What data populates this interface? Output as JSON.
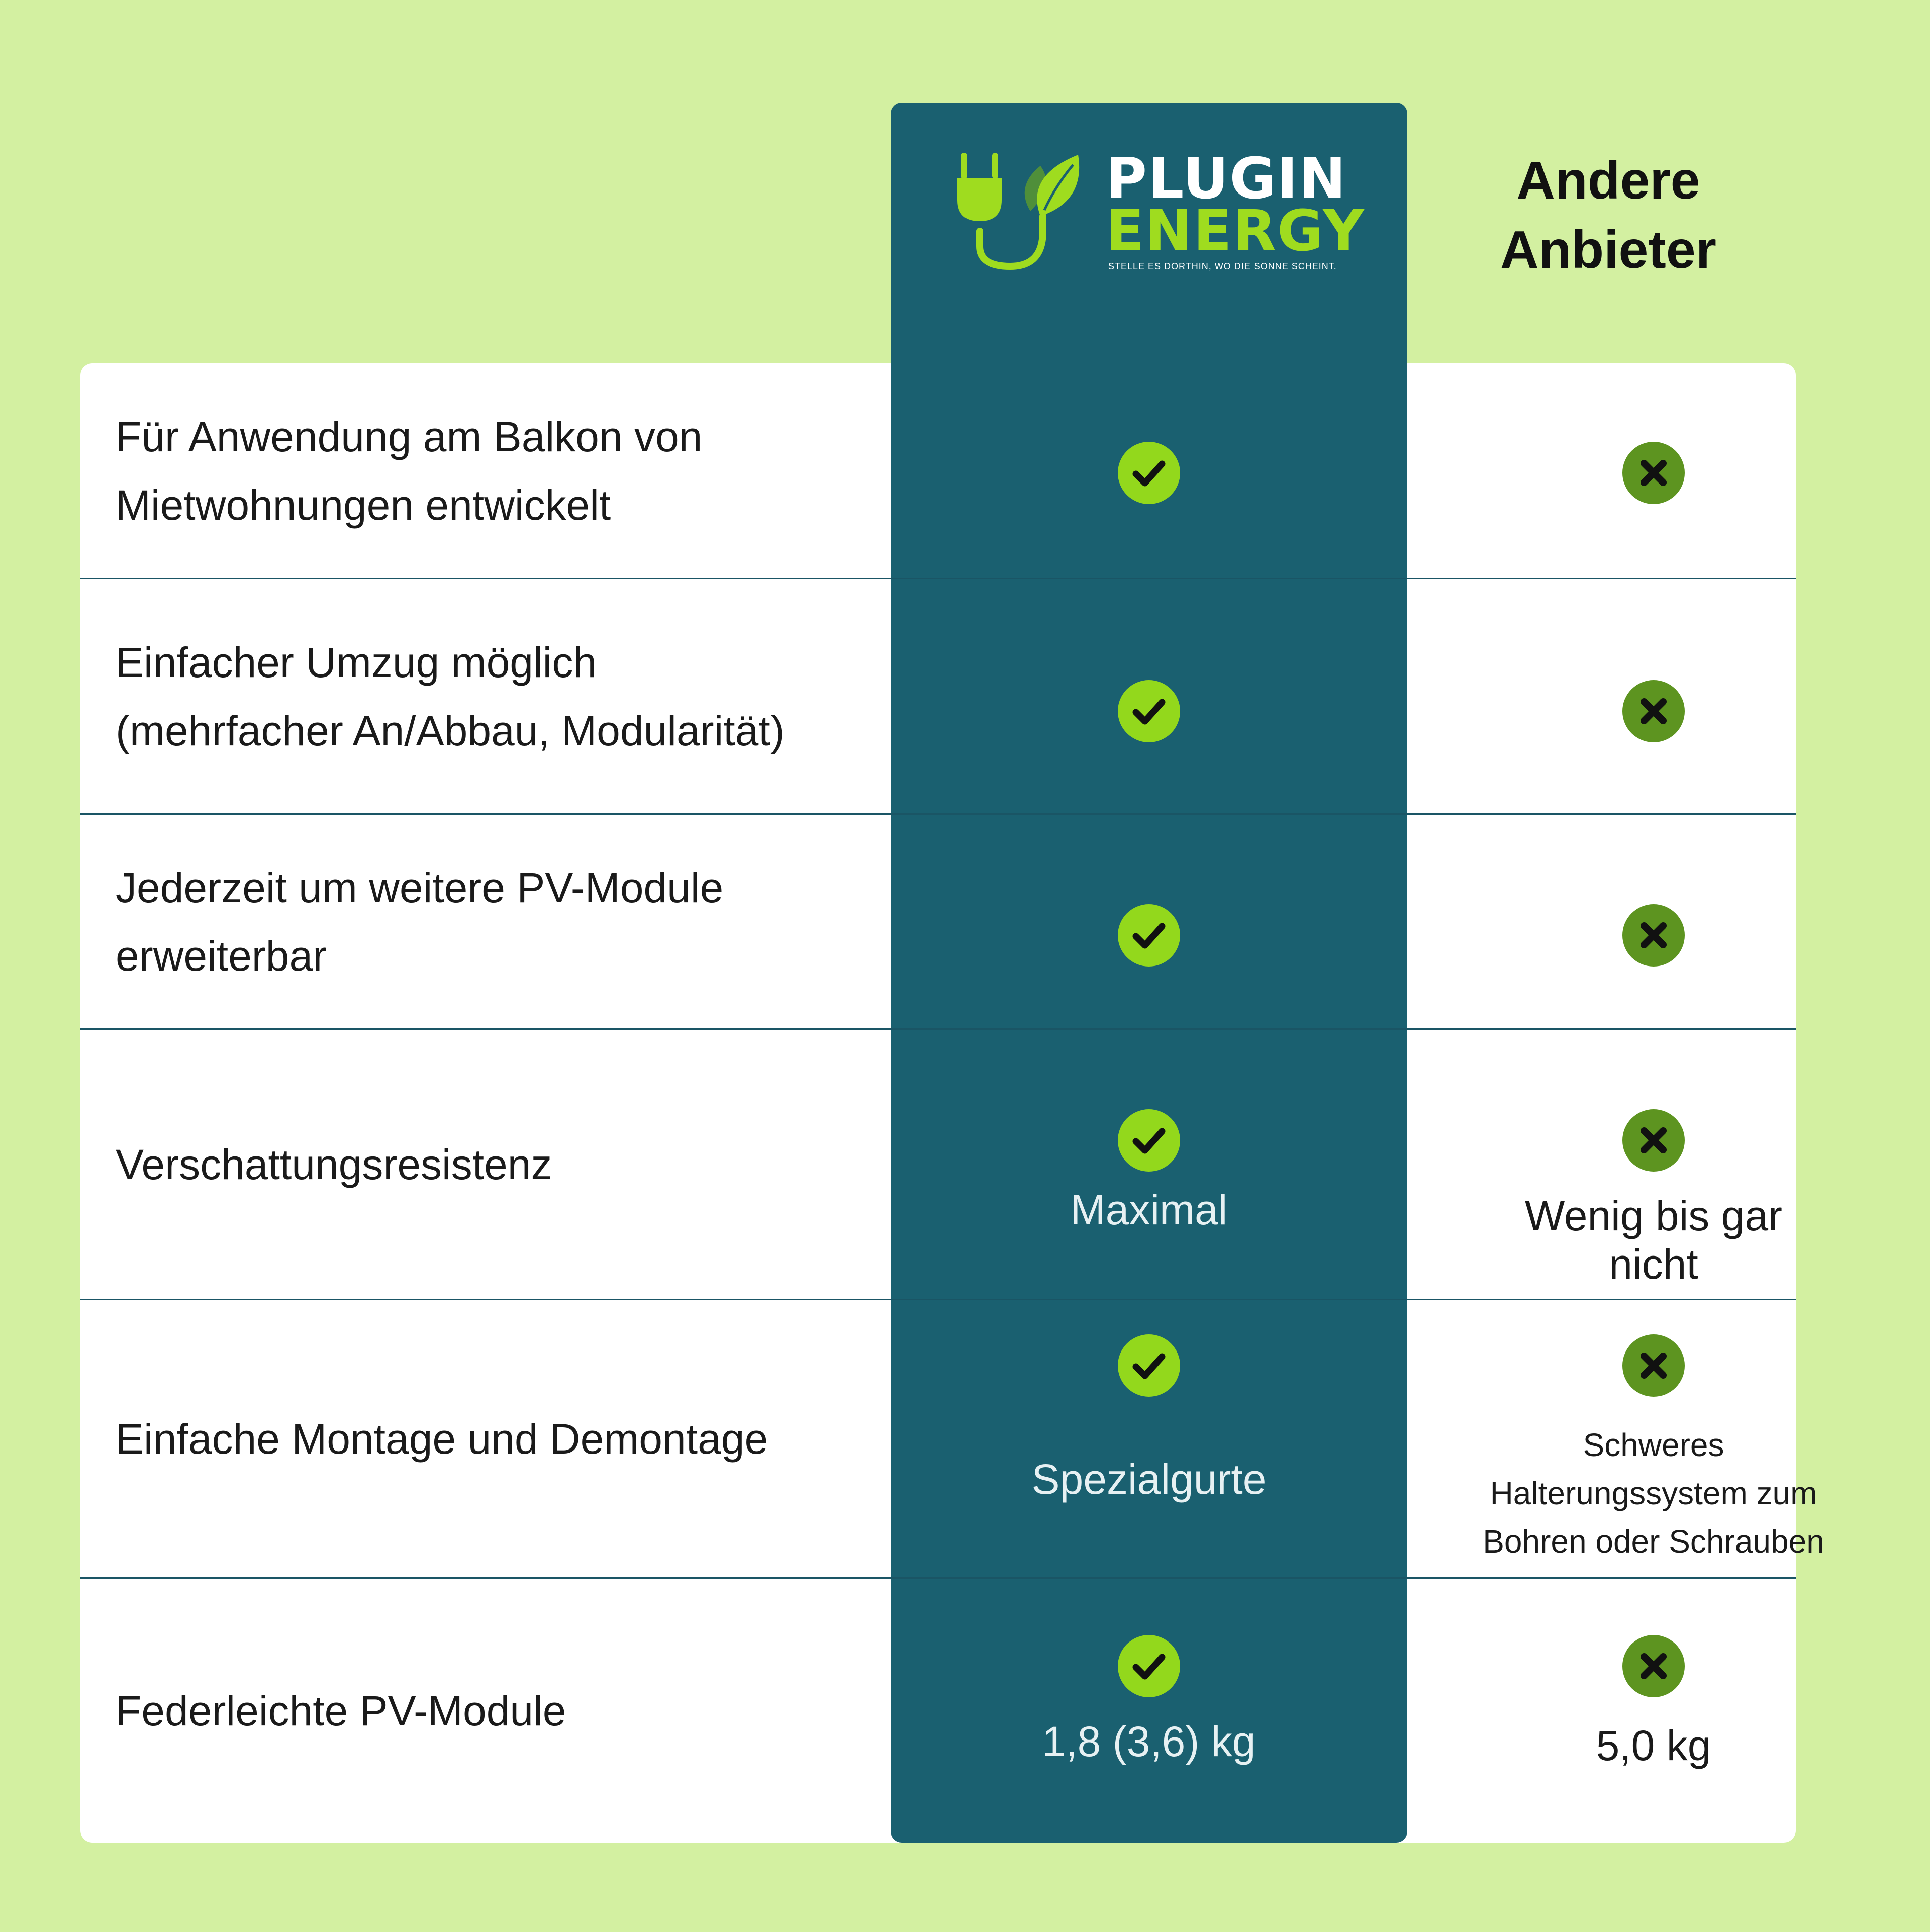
{
  "brand": {
    "name_line1": "PLUGIN",
    "name_line2": "ENERGY",
    "tagline": "STELLE ES DORTHIN, WO DIE SONNE SCHEINT.",
    "logo_icon": "plug-leaf-icon",
    "colors": {
      "column": "#1a6070",
      "accent": "#9fdc1f"
    }
  },
  "other_header": {
    "line1": "Andere",
    "line2": "Anbieter"
  },
  "icons": {
    "check": "check-icon",
    "cross": "cross-icon"
  },
  "rows": [
    {
      "feature_line1": "Für Anwendung am Balkon von",
      "feature_line2": "Mietwohnungen entwickelt",
      "ours_note": "",
      "other_note_1": "",
      "other_note_2": "",
      "other_note_3": ""
    },
    {
      "feature_line1": "Einfacher Umzug möglich",
      "feature_line2": "(mehrfacher An/Abbau, Modularität)",
      "ours_note": "",
      "other_note_1": "",
      "other_note_2": "",
      "other_note_3": ""
    },
    {
      "feature_line1": "Jederzeit um weitere PV-Module",
      "feature_line2": "erweiterbar",
      "ours_note": "",
      "other_note_1": "",
      "other_note_2": "",
      "other_note_3": ""
    },
    {
      "feature_line1": "Verschattungsresistenz",
      "feature_line2": "",
      "ours_note": "Maximal",
      "other_note_1": "Wenig bis gar",
      "other_note_2": "nicht",
      "other_note_3": ""
    },
    {
      "feature_line1": "Einfache Montage und Demontage",
      "feature_line2": "",
      "ours_note": "Spezialgurte",
      "other_note_1": "Schweres",
      "other_note_2": "Halterungssystem zum",
      "other_note_3": "Bohren oder Schrauben"
    },
    {
      "feature_line1": "Federleichte PV-Module",
      "feature_line2": "",
      "ours_note": "1,8 (3,6) kg",
      "other_note_1": "5,0 kg",
      "other_note_2": "",
      "other_note_3": ""
    }
  ]
}
